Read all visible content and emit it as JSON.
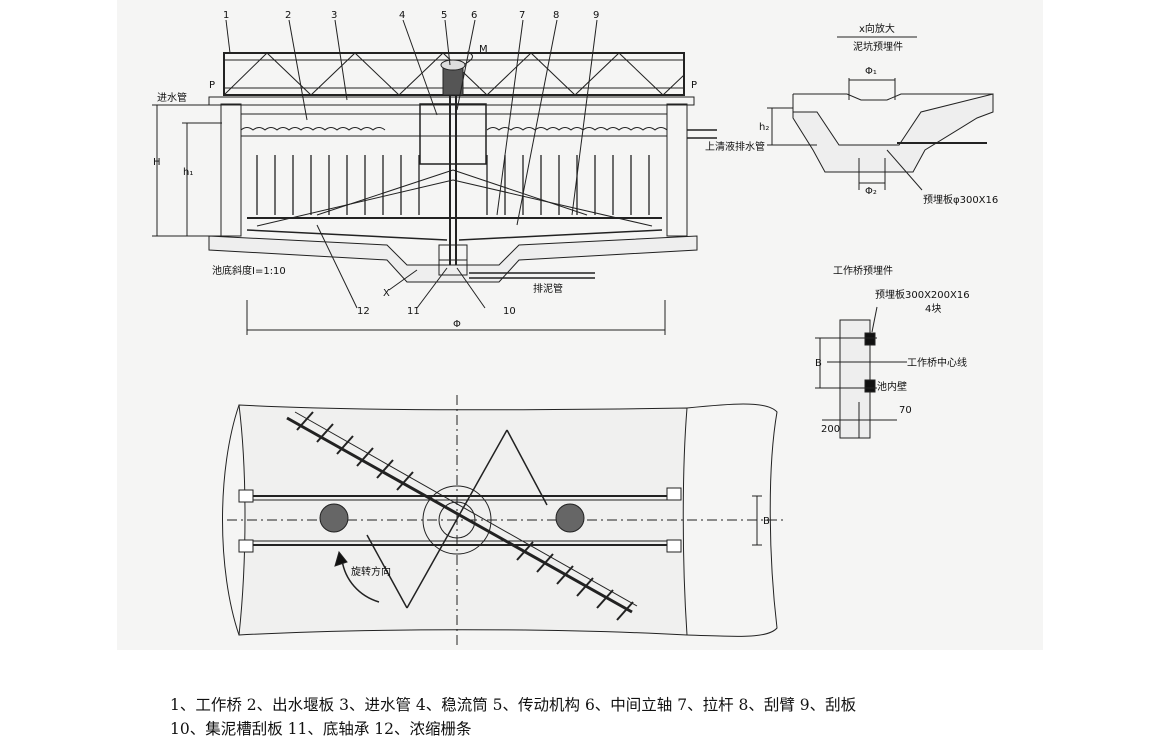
{
  "section_view": {
    "callouts": [
      "1",
      "2",
      "3",
      "4",
      "5",
      "6",
      "7",
      "8",
      "9",
      "10",
      "11",
      "12"
    ],
    "motor_label": "M",
    "inlet_pipe": "进水管",
    "outlet_pipe": "上清液排水管",
    "sludge_pipe": "排泥管",
    "bottom_slope": "池底斜度I=1:10",
    "diameter": "Φ",
    "height_H": "H",
    "height_h1": "h₁",
    "marker_P": "P",
    "marker_X": "X"
  },
  "detail_x": {
    "title": "x向放大",
    "subtitle": "泥坑预埋件",
    "phi1": "Φ₁",
    "phi2": "Φ₂",
    "h2": "h₂",
    "plate": "预埋板φ300X16"
  },
  "bridge_detail": {
    "title": "工作桥预埋件",
    "plate": "预埋板300X200X16",
    "qty": "4块",
    "B": "B",
    "centerline": "工作桥中心线",
    "wall": "池内壁",
    "dim_200": "200",
    "dim_70": "70"
  },
  "plan_view": {
    "rotation": "旋转方向",
    "B": "B"
  },
  "legend": {
    "line1": "1、工作桥 2、出水堰板 3、进水管 4、稳流筒 5、传动机构 6、中间立轴 7、拉杆 8、刮臂 9、刮板",
    "line2": "10、集泥槽刮板 11、底轴承 12、浓缩栅条"
  }
}
